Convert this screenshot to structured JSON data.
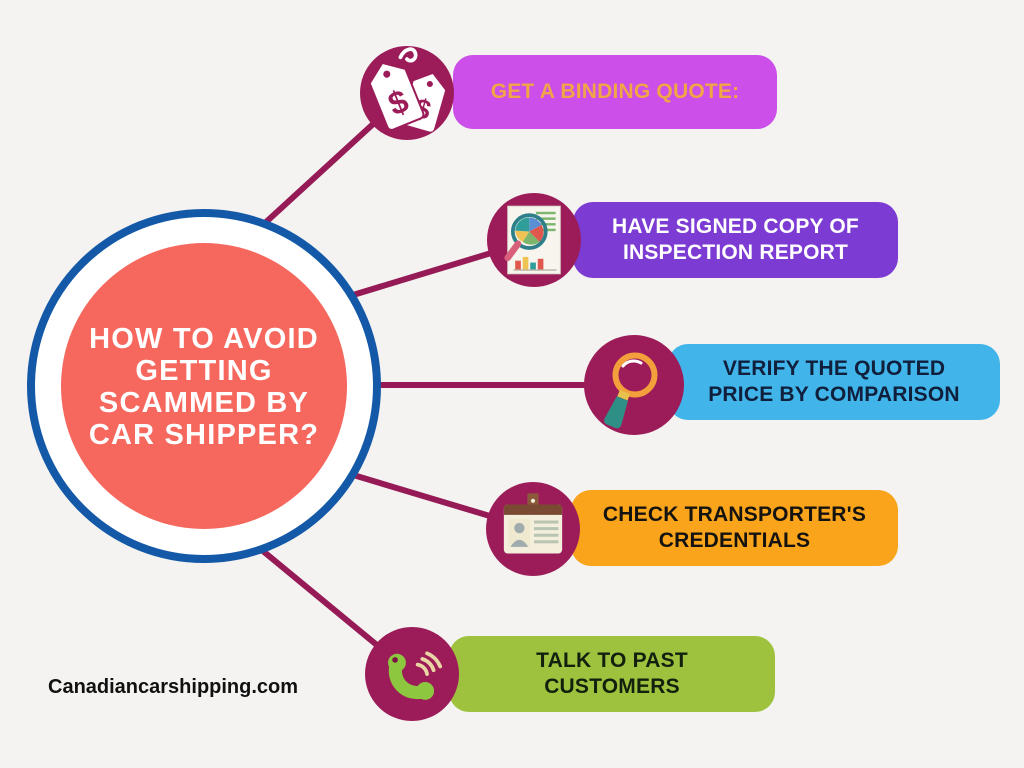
{
  "background_color": "#f4f3f1",
  "center": {
    "title": "HOW TO AVOID\nGETTING\nSCAMMED BY\nCAR SHIPPER?",
    "fill_color": "#f6685e",
    "ring_color": "#1459a8",
    "text_color": "#ffffff"
  },
  "connector_color": "#951a56",
  "icon_circle_color": "#9c1c59",
  "items": [
    {
      "label": "GET A BINDING QUOTE:",
      "bar_color": "#cb4fe8",
      "text_color": "#f0a546",
      "icon": "price-tags-icon"
    },
    {
      "label": "HAVE SIGNED COPY OF\nINSPECTION REPORT",
      "bar_color": "#7c3bd3",
      "text_color": "#ffffff",
      "icon": "inspection-report-icon"
    },
    {
      "label": "VERIFY THE QUOTED\nPRICE BY COMPARISON",
      "bar_color": "#41b5ea",
      "text_color": "#101f3c",
      "icon": "magnifier-icon"
    },
    {
      "label": "CHECK TRANSPORTER'S\nCREDENTIALS",
      "bar_color": "#f9a41b",
      "text_color": "#151310",
      "icon": "id-card-icon"
    },
    {
      "label": "TALK TO PAST\nCUSTOMERS",
      "bar_color": "#9fc23e",
      "text_color": "#13200e",
      "icon": "phone-icon"
    }
  ],
  "icons": {
    "price_tags": {
      "symbol": "$"
    }
  },
  "footer": {
    "website": "Canadiancarshipping.com",
    "color": "#111111"
  }
}
